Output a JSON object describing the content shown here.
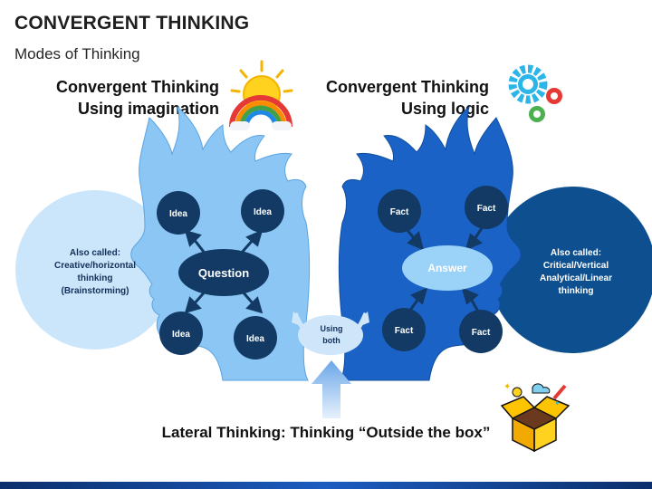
{
  "header": {
    "title": "CONVERGENT THINKING",
    "subtitle": "Modes of Thinking"
  },
  "left": {
    "heading_line1": "Convergent Thinking",
    "heading_line2": "Using imagination",
    "center": "Question",
    "nodes": [
      "Idea",
      "Idea",
      "Idea",
      "Idea"
    ],
    "side_lines": [
      "Also called:",
      "Creative/horizontal",
      "thinking",
      "(Brainstorming)"
    ]
  },
  "right": {
    "heading_line1": "Convergent Thinking",
    "heading_line2": "Using logic",
    "center": "Answer",
    "nodes": [
      "Fact",
      "Fact",
      "Fact",
      "Fact"
    ],
    "side_lines": [
      "Also called:",
      "Critical/Vertical",
      "Analytical/Linear",
      "thinking"
    ]
  },
  "middle": {
    "line1": "Using",
    "line2": "both"
  },
  "bottom": {
    "caption": "Lateral Thinking: Thinking “Outside the box”"
  },
  "colors": {
    "light_blue": "#8cc6f5",
    "pale_blue": "#cbe6fb",
    "mid_blue": "#1a62c5",
    "dark_navy": "#0d3e78",
    "node_navy": "#123a64",
    "answer_blue": "#9bd2f8"
  },
  "icons": [
    "sun-rainbow-icon",
    "gears-icon",
    "open-box-icon",
    "up-arrow-icon"
  ]
}
